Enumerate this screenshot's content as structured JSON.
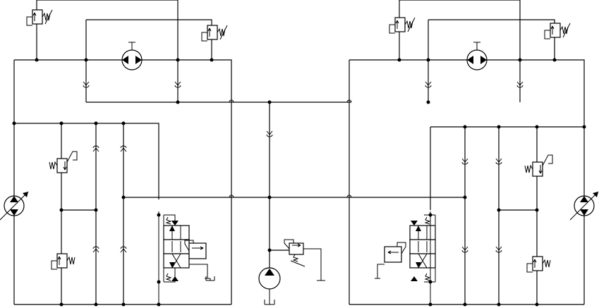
{
  "diagram": {
    "kind": "hydraulic-schematic",
    "line_color": "#000000",
    "background": "#ffffff",
    "symbols": [
      {
        "id": "variable-pump-left",
        "type": "variable-displacement-pump-icon"
      },
      {
        "id": "variable-pump-right",
        "type": "variable-displacement-pump-icon"
      },
      {
        "id": "charge-pump",
        "type": "fixed-pump-icon"
      },
      {
        "id": "hydraulic-motor-left",
        "type": "bidirectional-motor-icon"
      },
      {
        "id": "hydraulic-motor-right",
        "type": "bidirectional-motor-icon"
      },
      {
        "id": "directional-valve-left",
        "type": "spool-valve-icon"
      },
      {
        "id": "directional-valve-right",
        "type": "spool-valve-icon"
      },
      {
        "id": "relief-valves",
        "type": "pressure-relief-valve-icon"
      },
      {
        "id": "check-valves",
        "type": "check-valve-icon"
      },
      {
        "id": "tanks",
        "type": "tank-icon"
      }
    ]
  }
}
